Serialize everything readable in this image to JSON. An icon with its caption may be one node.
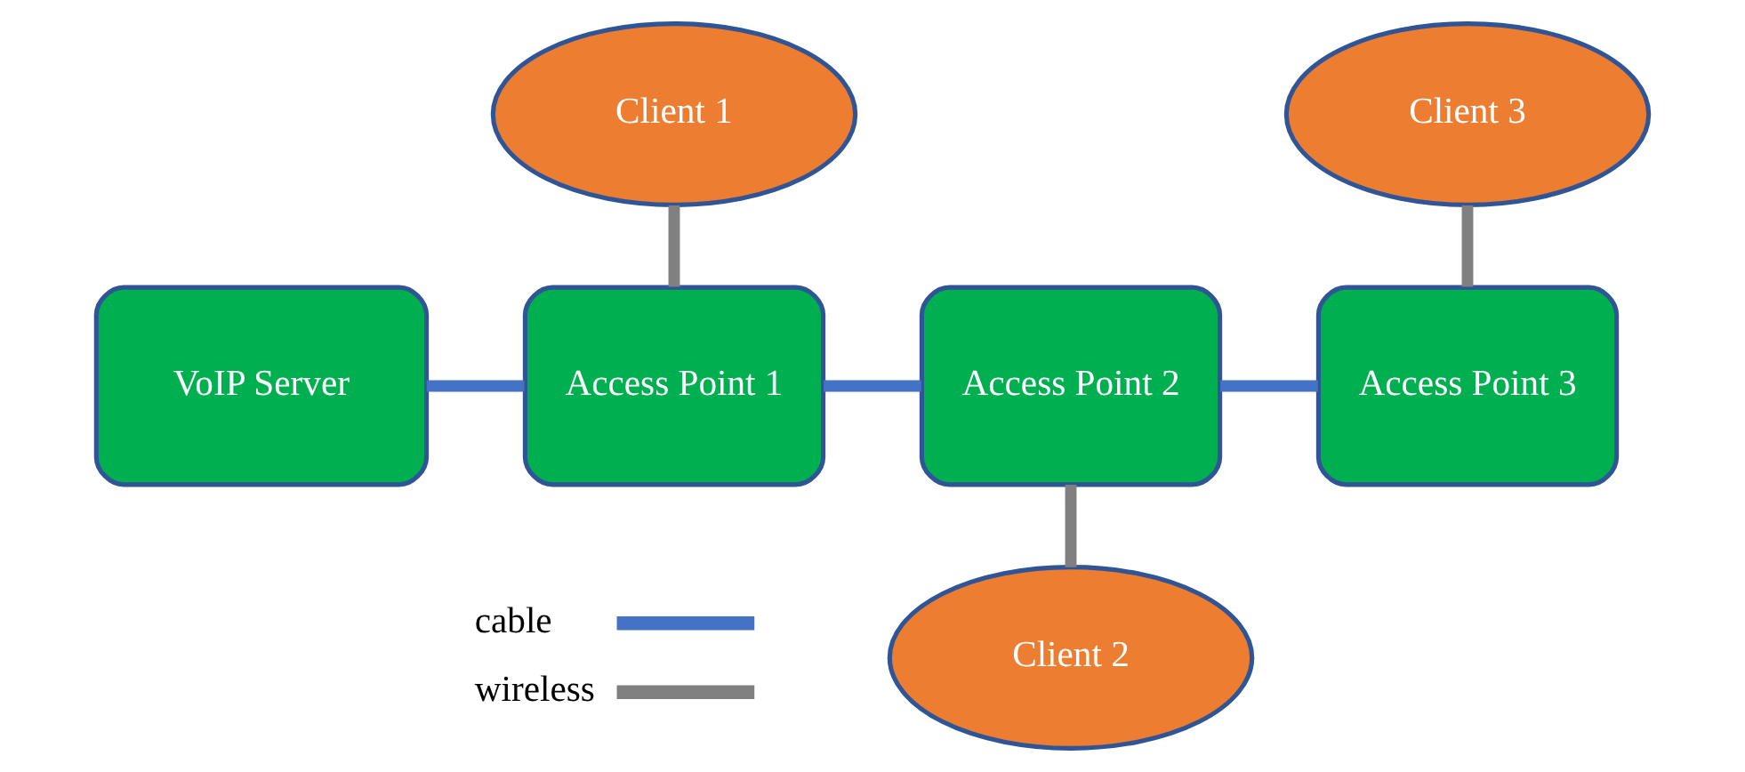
{
  "diagram": {
    "nodes": [
      {
        "text": [
          "VoIP Server"
        ]
      },
      {
        "text": [
          "Access Point 1"
        ]
      },
      {
        "text": [
          "Access Point 2"
        ]
      },
      {
        "text": [
          "Access Point 3"
        ]
      },
      {
        "text": [
          "Client 1"
        ]
      },
      {
        "text": [
          "Client 2"
        ]
      },
      {
        "text": [
          "Client 3"
        ]
      }
    ],
    "edges": [
      {
        "from": 0,
        "to": 1,
        "arrow": "none",
        "color": "#4472c4"
      },
      {
        "from": 1,
        "to": 2,
        "arrow": "none",
        "color": "#4472c4"
      },
      {
        "from": 2,
        "to": 3,
        "arrow": "none",
        "color": "#4472c4"
      },
      {
        "from": 4,
        "to": 1,
        "arrow": "none",
        "color": "#808080"
      },
      {
        "from": 2,
        "to": 5,
        "arrow": "none",
        "color": "#808080"
      },
      {
        "from": 6,
        "to": 3,
        "arrow": "none",
        "color": "#808080"
      }
    ],
    "legend": [
      {
        "text": "cable",
        "color": "#4472c4"
      },
      {
        "text": "wireless",
        "color": "#808080"
      }
    ]
  }
}
